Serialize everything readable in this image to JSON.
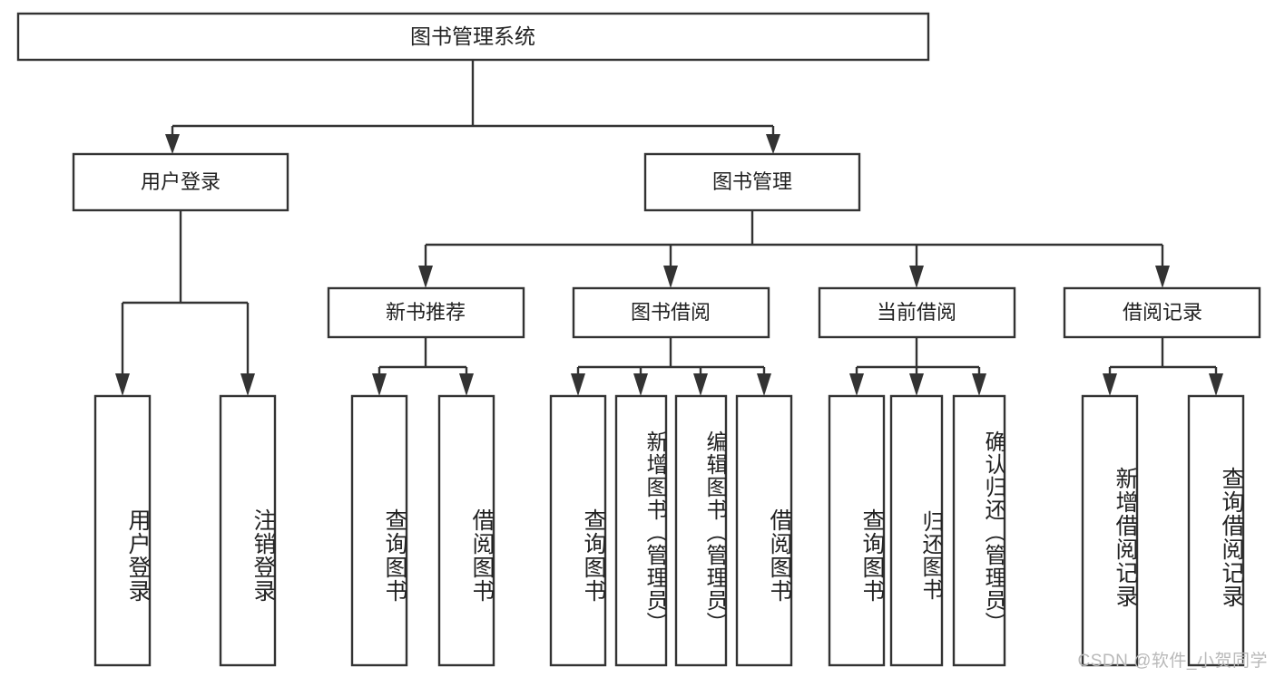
{
  "diagram": {
    "type": "hierarchy-tree",
    "title": "图书管理系统",
    "watermark": "CSDN @软件_小贺同学",
    "colors": {
      "box_stroke": "#333333",
      "box_fill": "#ffffff",
      "text": "#222222",
      "watermark": "#b9b9b9",
      "background": "#ffffff"
    },
    "root": {
      "label": "图书管理系统",
      "level": 0
    },
    "level1": [
      {
        "label": "用户登录"
      },
      {
        "label": "图书管理"
      }
    ],
    "level2": [
      {
        "label": "新书推荐",
        "parent": "图书管理"
      },
      {
        "label": "图书借阅",
        "parent": "图书管理"
      },
      {
        "label": "当前借阅",
        "parent": "图书管理"
      },
      {
        "label": "借阅记录",
        "parent": "图书管理"
      }
    ],
    "leaves": {
      "用户登录": [
        "用户登录",
        "注销登录"
      ],
      "新书推荐": [
        "查询图书",
        "借阅图书"
      ],
      "图书借阅": [
        "查询图书",
        "新增图书（管理员）",
        "编辑图书（管理员）",
        "借阅图书"
      ],
      "当前借阅": [
        "查询图书",
        "归还图书",
        "确认归还（管理员）"
      ],
      "借阅记录": [
        "新增借阅记录",
        "查询借阅记录"
      ]
    },
    "leaf_labels_flat": [
      "用户登录",
      "注销登录",
      "查询图书",
      "借阅图书",
      "查询图书",
      "新增图书（管理员）",
      "编辑图书（管理员）",
      "借阅图书",
      "查询图书",
      "归还图书",
      "确认归还（管理员）",
      "新增借阅记录",
      "查询借阅记录"
    ]
  }
}
